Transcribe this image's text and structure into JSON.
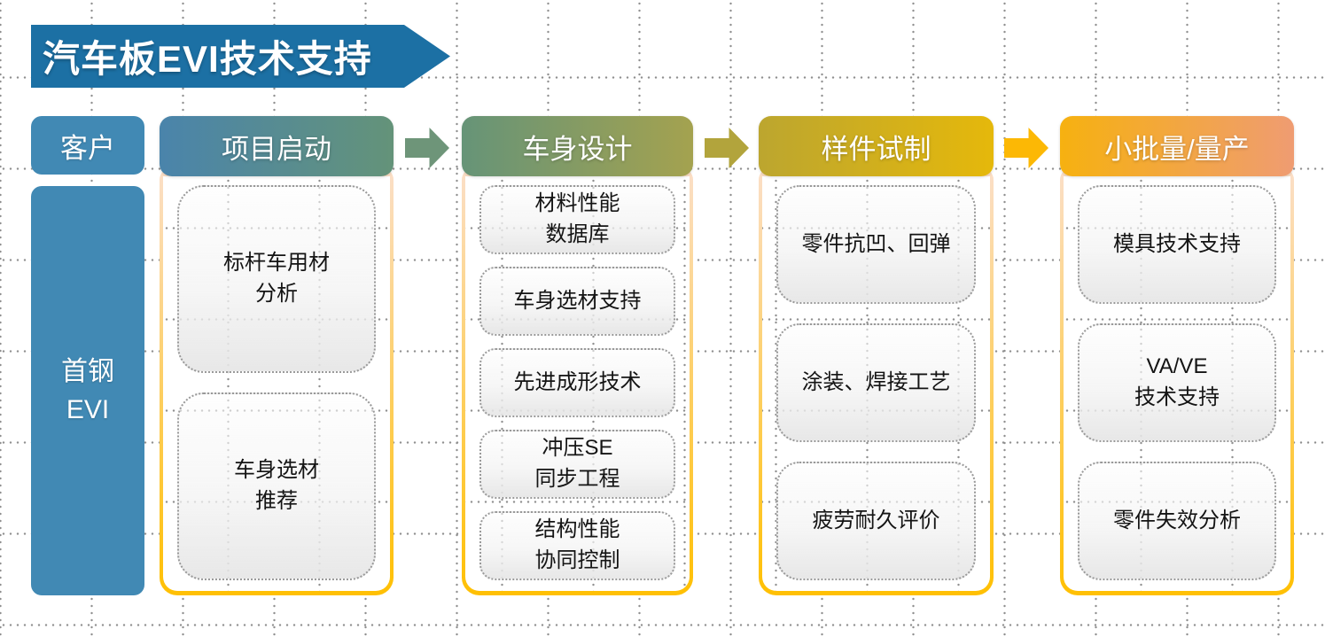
{
  "title": "汽车板EVI技术支持",
  "customer": {
    "header": "客户",
    "line1": "首钢",
    "line2": "EVI"
  },
  "stages": [
    {
      "label": "项目启动",
      "gradient": [
        "#4A84AB",
        "#649379"
      ],
      "arrow_after": "#6E9579",
      "items": [
        [
          "标杆车用材",
          "分析"
        ],
        [
          "车身选材",
          "推荐"
        ]
      ]
    },
    {
      "label": "车身设计",
      "gradient": [
        "#669478",
        "#A4A24F"
      ],
      "arrow_after": "#B2A43C",
      "items": [
        [
          "材料性能",
          "数据库"
        ],
        [
          "车身选材支持"
        ],
        [
          "先进成形技术"
        ],
        [
          "冲压SE",
          "同步工程"
        ],
        [
          "结构性能",
          "协同控制"
        ]
      ]
    },
    {
      "label": "样件试制",
      "gradient": [
        "#BCA62F",
        "#E5B80B"
      ],
      "arrow_after": "#FCB805",
      "items": [
        [
          "零件抗凹、回弹"
        ],
        [
          "涂装、焊接工艺"
        ],
        [
          "疲劳耐久评价"
        ]
      ]
    },
    {
      "label": "小批量/量产",
      "gradient": [
        "#F6B110",
        "#EF9C72"
      ],
      "arrow_after": null,
      "items": [
        [
          "模具技术支持"
        ],
        [
          "VA/VE",
          "技术支持"
        ],
        [
          "零件失效分析"
        ]
      ]
    }
  ],
  "colors": {
    "banner_blue": "#1C70A4",
    "customer_blue": "#4189B4",
    "container_border_top": "#FBDFC9",
    "container_border_bottom": "#FFC003"
  }
}
